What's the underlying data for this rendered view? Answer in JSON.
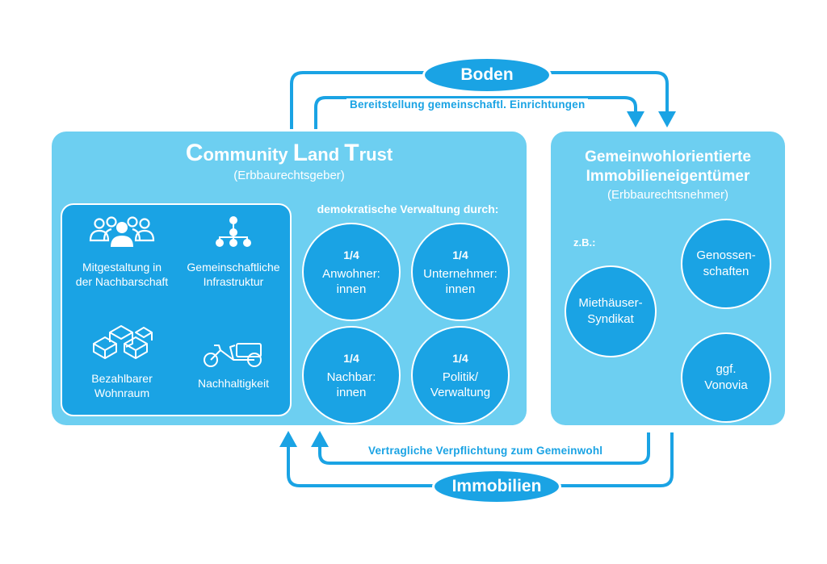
{
  "colors": {
    "accent": "#1aa3e4",
    "panel": "#6dcff1",
    "text_on_panel": "#ffffff"
  },
  "flows": {
    "boden_label": "Boden",
    "top_label": "Bereitstellung gemeinschaftl. Einrichtungen",
    "bottom_label": "Vertragliche Verpflichtung zum Gemeinwohl",
    "immobilien_label": "Immobilien"
  },
  "clt": {
    "title_parts": [
      "C",
      "ommunity ",
      "L",
      "and ",
      "T",
      "rust"
    ],
    "subtitle": "(Erbbaurechtsgeber)",
    "features": [
      {
        "icon": "people-group-icon",
        "label_line1": "Mitgestaltung in",
        "label_line2": "der Nachbarschaft"
      },
      {
        "icon": "network-hierarchy-icon",
        "label_line1": "Gemeinschaftliche",
        "label_line2": "Infrastruktur"
      },
      {
        "icon": "buildings-blocks-icon",
        "label_line1": "Bezahlbarer",
        "label_line2": "Wohnraum"
      },
      {
        "icon": "cargo-bike-icon",
        "label_line1": "Nachhaltigkeit",
        "label_line2": ""
      }
    ],
    "governance_heading": "demokratische Verwaltung durch:",
    "governance": [
      {
        "fraction": "1/4",
        "line1": "Anwohner:",
        "line2": "innen"
      },
      {
        "fraction": "1/4",
        "line1": "Unternehmer:",
        "line2": "innen"
      },
      {
        "fraction": "1/4",
        "line1": "Nachbar:",
        "line2": "innen"
      },
      {
        "fraction": "1/4",
        "line1": "Politik/",
        "line2": "Verwaltung"
      }
    ]
  },
  "owners": {
    "title_line1": "Gemeinwohlorientierte",
    "title_line2": "Immobilieneigentümer",
    "subtitle": "(Erbbaurechtsnehmer)",
    "example_label": "z.B.:",
    "examples": [
      {
        "line1": "Genossen-",
        "line2": "schaften"
      },
      {
        "line1": "Miethäuser-",
        "line2": "Syndikat"
      },
      {
        "line1": "ggf.",
        "line2": "Vonovia"
      }
    ]
  }
}
